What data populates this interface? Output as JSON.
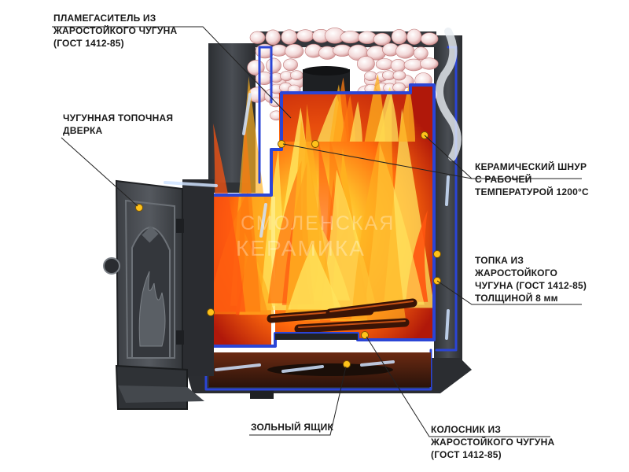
{
  "labels": {
    "flame_arrester": [
      "ПЛАМЕГАСИТЕЛЬ ИЗ",
      "ЖАРОСТОЙКОГО ЧУГУНА",
      "(ГОСТ 1412-85)"
    ],
    "door": [
      "ЧУГУННАЯ ТОПОЧНАЯ",
      "ДВЕРКА"
    ],
    "ceramic_cord": [
      "КЕРАМИЧЕСКИЙ ШНУР",
      "С РАБОЧЕЙ",
      "ТЕМПЕРАТУРОЙ 1200°С"
    ],
    "firebox": [
      "ТОПКА ИЗ",
      "ЖАРОСТОЙКОГО",
      "ЧУГУНА (ГОСТ 1412-85)",
      "ТОЛЩИНОЙ 8 мм"
    ],
    "ash_box": [
      "ЗОЛЬНЫЙ ЯЩИК"
    ],
    "grate": [
      "КОЛОСНИК ИЗ",
      "ЖАРОСТОЙКОГО ЧУГУНА",
      "(ГОСТ 1412-85)"
    ]
  },
  "watermark": [
    "СМОЛЕНСКАЯ",
    "КЕРАМИКА"
  ],
  "colors": {
    "lining": "#2b45d6",
    "metal": "#3a3d42",
    "metal_dark": "#23262a",
    "fire_hot": "#ffd23a",
    "fire_mid": "#ff7a10",
    "fire_deep": "#c81e08",
    "stone": "#f2dede",
    "stone_shade": "#d98b8b",
    "marker": "#ffc21a",
    "leader": "#222222"
  }
}
